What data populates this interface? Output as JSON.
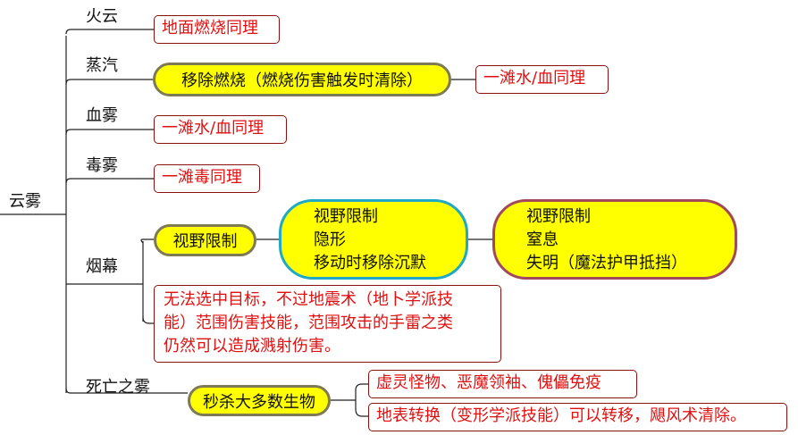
{
  "root": {
    "label": "云雾"
  },
  "branches": [
    {
      "label": "火云",
      "note": "地面燃烧同理"
    },
    {
      "label": "蒸汽",
      "effect": "移除燃烧（燃烧伤害触发时清除）",
      "note": "一滩水/血同理"
    },
    {
      "label": "血雾",
      "note": "一滩水/血同理"
    },
    {
      "label": "毒雾",
      "note": "一滩毒同理"
    },
    {
      "label": "烟幕",
      "effect": "视野限制",
      "effects_level2": [
        "视野限制",
        "隐形",
        "移动时移除沉默"
      ],
      "effects_level3": [
        "视野限制",
        "窒息",
        "失明（魔法护甲抵挡）"
      ],
      "note_lines": [
        "无法选中目标，不过地震术（地卜学派技",
        "能）范围伤害技能，范围攻击的手雷之类",
        "仍然可以造成溅射伤害。"
      ]
    },
    {
      "label": "死亡之雾",
      "effect": "秒杀大多数生物",
      "notes": [
        "虚灵怪物、恶魔领袖、傀儡免疫",
        "地表转换（变形学派技能）可以转移，飓风术清除。"
      ]
    }
  ],
  "colors": {
    "pill_fill": "#ffff00",
    "pill_border": "#7d7a55",
    "note_text": "#e01010",
    "note_border": "#8b1010",
    "teal_border": "#1fa9c4",
    "maroon_border": "#a14a5a",
    "line": "#222222"
  }
}
